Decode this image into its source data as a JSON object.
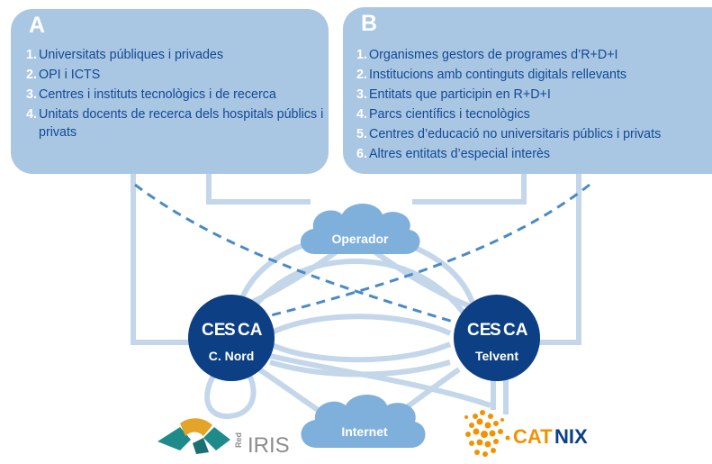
{
  "box_a": {
    "letter": "A",
    "items": [
      {
        "num": "1.",
        "text": "Universitats públiques i privades"
      },
      {
        "num": "2.",
        "text": "OPI i ICTS"
      },
      {
        "num": "3.",
        "text": "Centres i instituts tecnològics i de recerca"
      },
      {
        "num": "4.",
        "text": "Unitats docents de recerca dels hospitals públics i privats"
      }
    ]
  },
  "box_b": {
    "letter": "B",
    "items": [
      {
        "num": "1.",
        "text": "Organismes gestors de programes d’R+D+I"
      },
      {
        "num": "2.",
        "text": "Institucions amb continguts digitals rellevants"
      },
      {
        "num": "3.",
        "text": "Entitats que participin en R+D+I"
      },
      {
        "num": "4.",
        "text": "Parcs científics i tecnològics"
      },
      {
        "num": "5.",
        "text": "Centres d’educació no universitaris públics i privats"
      },
      {
        "num": "6.",
        "text": "Altres entitats d’especial interès"
      }
    ]
  },
  "clouds": {
    "operador": "Operador",
    "internet": "Internet"
  },
  "nodes": {
    "logo_text_left": "CE",
    "logo_text_mid": "S",
    "logo_text_right": "CA",
    "left_label": "C. Nord",
    "right_label": "Telvent"
  },
  "logos": {
    "rediris_small": "Red",
    "rediris_big": "IRIS",
    "catnix_a": "CAT",
    "catnix_b": "NIX"
  },
  "colors": {
    "box_fill": "#a9c6e3",
    "link_light": "#c3d6ea",
    "link_dashed": "#4a8ac6",
    "node_fill": "#0c3f84",
    "cloud_fill": "#7fb0dc",
    "text_blue": "#124a95",
    "catnix_orange": "#f39200"
  }
}
